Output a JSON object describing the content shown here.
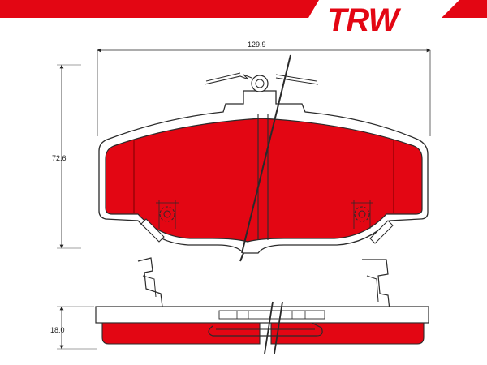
{
  "brand": {
    "logo_text": "TRW",
    "accent_color": "#e30613"
  },
  "dimensions": {
    "width": "129,9",
    "height": "72.6",
    "thickness": "18.0"
  },
  "colors": {
    "pad_fill": "#e30613",
    "line": "#2a2a2a",
    "backing_plate": "#ffffff"
  }
}
